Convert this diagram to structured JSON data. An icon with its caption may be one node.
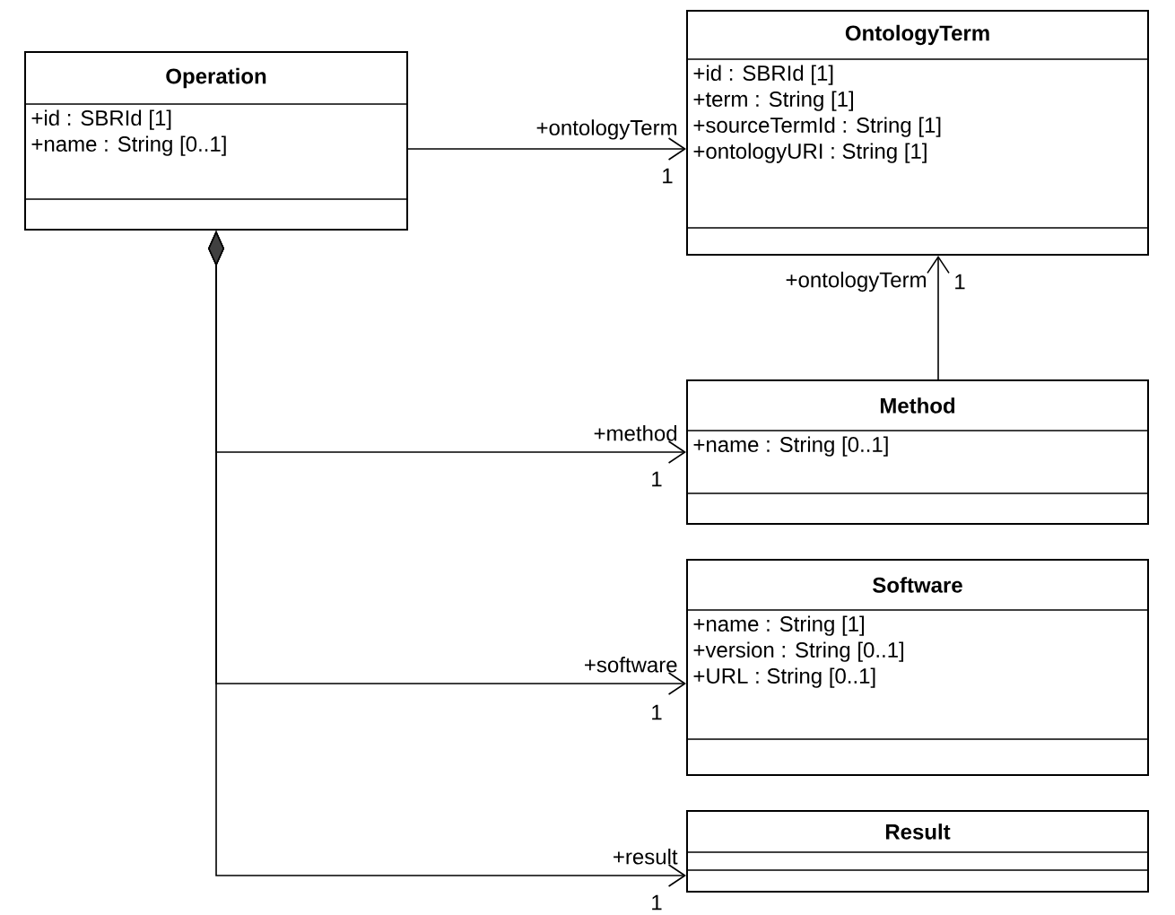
{
  "diagram": {
    "nodes": [
      {
        "text": [
          "Operation",
          "+id : SBRId [1]",
          "+name : String [0..1]"
        ]
      },
      {
        "text": [
          "OntologyTerm",
          "+id : SBRId [1]",
          "+term : String [1]",
          "+sourceTermId : String [1]",
          "+ontologyURI : String [1]"
        ]
      },
      {
        "text": [
          "Method",
          "+name : String [0..1]"
        ]
      },
      {
        "text": [
          "Software",
          "+name : String [1]",
          "+version : String [0..1]",
          "+URL : String [0..1]"
        ]
      },
      {
        "text": [
          "Result"
        ]
      }
    ],
    "edges": [
      {
        "from": 0,
        "to": 1,
        "arrow": "to",
        "label": "+ontologyTerm"
      },
      {
        "from": 2,
        "to": 1,
        "arrow": "to",
        "label": "+ontologyTerm"
      },
      {
        "from": 0,
        "to": 2,
        "arrow": "to",
        "label": "+method"
      },
      {
        "from": 0,
        "to": 3,
        "arrow": "to",
        "label": "+software"
      },
      {
        "from": 0,
        "to": 4,
        "arrow": "to",
        "label": "+result"
      }
    ],
    "labels": [
      "1",
      "1",
      "1",
      "1",
      "1"
    ]
  }
}
